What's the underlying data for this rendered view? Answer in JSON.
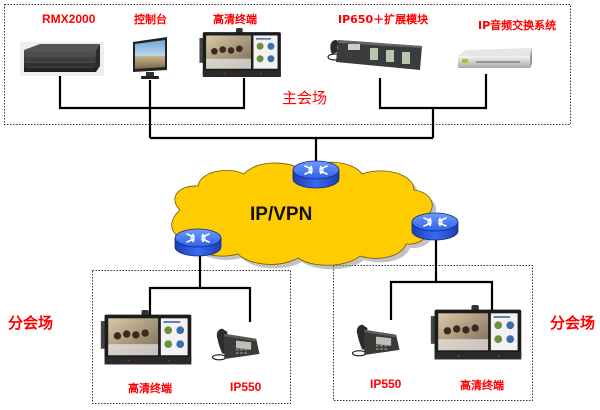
{
  "diagram": {
    "main_site": {
      "label": "主会场",
      "devices": [
        {
          "id": "rmx2000",
          "label": "RMX2000",
          "icon": "mcu-server-icon"
        },
        {
          "id": "console",
          "label": "控制台",
          "icon": "monitor-icon"
        },
        {
          "id": "hd-terminal-main",
          "label": "高清终端",
          "icon": "video-terminal-icon"
        },
        {
          "id": "ip650",
          "label": "IP650＋扩展模块",
          "icon": "ip-phone-expansion-icon"
        },
        {
          "id": "ip-audio-switch",
          "label": "IP音频交换系统",
          "icon": "audio-switch-appliance-icon"
        }
      ]
    },
    "network": {
      "label": "IP/VPN",
      "cloud_color": "#ffcc00",
      "router_color": "#3366ff",
      "routers": [
        "router-main",
        "router-branch-left",
        "router-branch-right"
      ]
    },
    "branch_left": {
      "label": "分会场",
      "devices": [
        {
          "id": "hd-terminal-left",
          "label": "高清终端",
          "icon": "video-terminal-icon"
        },
        {
          "id": "ip550-left",
          "label": "IP550",
          "icon": "ip-phone-icon"
        }
      ]
    },
    "branch_right": {
      "label": "分会场",
      "devices": [
        {
          "id": "ip550-right",
          "label": "IP550",
          "icon": "ip-phone-icon"
        },
        {
          "id": "hd-terminal-right",
          "label": "高清终端",
          "icon": "video-terminal-icon"
        }
      ]
    },
    "colors": {
      "label_red": "#ff0000",
      "line_black": "#000000",
      "box_dotted": "#333333"
    }
  }
}
